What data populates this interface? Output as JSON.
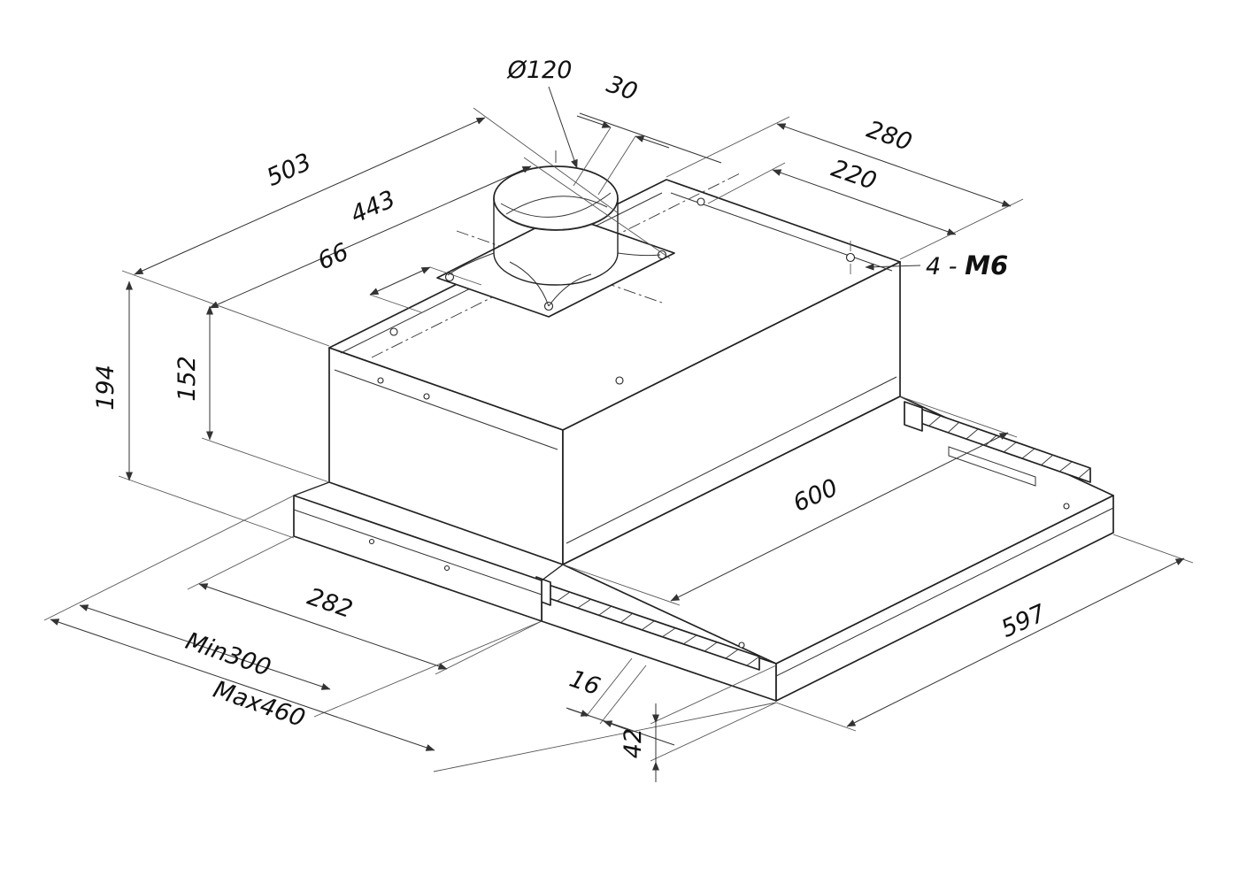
{
  "drawing": {
    "type": "technical-drawing",
    "subject": "telescopic cooker hood, axonometric view",
    "line_color": "#222222",
    "background": "#ffffff",
    "dims": {
      "duct_diameter": {
        "label": "Ø120"
      },
      "duct_offset_30": {
        "label": "30"
      },
      "body_depth_280": {
        "label": "280"
      },
      "duct_front_220": {
        "label": "220"
      },
      "top_503": {
        "label": "503"
      },
      "top_443": {
        "label": "443"
      },
      "duct_side_66": {
        "label": "66"
      },
      "mounting_m6": {
        "prefix": "4 - ",
        "label": "M6"
      },
      "total_height_194": {
        "label": "194"
      },
      "body_height_152": {
        "label": "152"
      },
      "body_width_600": {
        "label": "600"
      },
      "visor_width_597": {
        "label": "597"
      },
      "chassis_depth_282": {
        "label": "282"
      },
      "depth_min": {
        "label": "Min300"
      },
      "depth_max": {
        "label": "Max460"
      },
      "rail_offset_16": {
        "label": "16"
      },
      "drawer_height_42": {
        "label": "42"
      }
    }
  }
}
